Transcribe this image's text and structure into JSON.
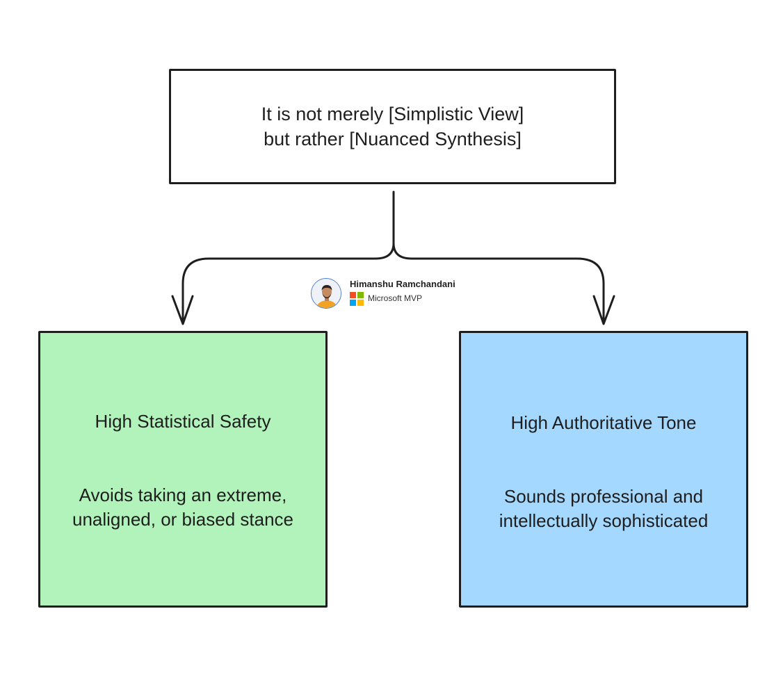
{
  "top_box": {
    "line1": "It is not merely [Simplistic View]",
    "line2": "but rather [Nuanced Synthesis]"
  },
  "left_box": {
    "title": "High Statistical Safety",
    "desc_line1": "Avoids taking an extreme,",
    "desc_line2": "unaligned, or biased stance",
    "color": "#b2f2bb"
  },
  "right_box": {
    "title": "High Authoritative Tone",
    "desc_line1": "Sounds professional and",
    "desc_line2": "intellectually sophisticated",
    "color": "#a5d8ff"
  },
  "author_badge": {
    "name": "Himanshu Ramchandani",
    "role": "Microsoft MVP",
    "logo_icon": "microsoft-logo-icon",
    "logo_colors": [
      "#f25022",
      "#7fba00",
      "#00a4ef",
      "#ffb900"
    ]
  },
  "colors": {
    "stroke": "#1e1e1e",
    "background": "#ffffff"
  }
}
